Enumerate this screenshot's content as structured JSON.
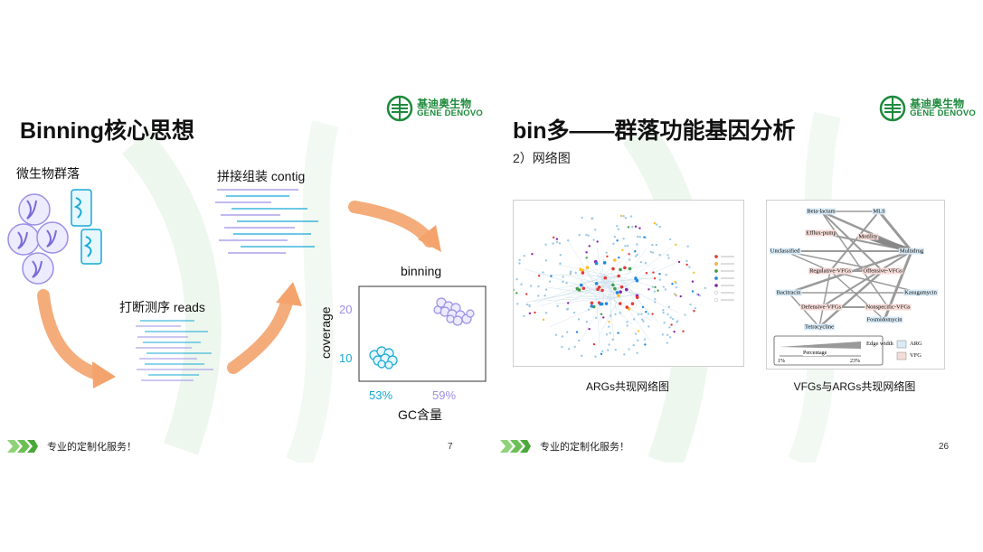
{
  "logo": {
    "cn": "基迪奥生物",
    "en": "GENE DENOVO"
  },
  "colors": {
    "brand_green": "#1e8a3c",
    "arrow_orange": "#f3a36b",
    "cyan": "#17a9d6",
    "lavender": "#9c8fe6"
  },
  "slide1": {
    "title": "Binning核心思想",
    "label_community": "微生物群落",
    "label_assembly": "拼接组装 contig",
    "label_reads": "打断测序 reads",
    "label_binning": "binning",
    "axis_ylabel": "coverage",
    "ytick_20": "20",
    "ytick_10": "10",
    "xtick_53": "53%",
    "xtick_59": "59%",
    "axis_xlabel": "GC含量",
    "footer": "专业的定制化服务！",
    "page": "7"
  },
  "slide2": {
    "title": "bin多——群落功能基因分析",
    "subtitle": "2）网络图",
    "caption_left": "ARGs共现网络图",
    "caption_right": "VFGs与ARGs共现网络图",
    "network_nodes": {
      "beta": "Beta-lactam",
      "mls": "MLS",
      "efflux": "Efflux-pump",
      "motility": "Motility",
      "unclassified": "Unclassified",
      "multidrug": "Multidrug",
      "regulative": "Regulative-VFGs",
      "offensive": "Offensive-VFGs",
      "bacitracin": "Bacitracin",
      "kasugamycin": "Kasugamycin",
      "defensive": "Defensive-VFGs",
      "nonspecific": "Nonspecific-VFGs",
      "tetracycline": "Tetracycline",
      "fosmidomycin": "Fosmidomycin"
    },
    "network_legend": {
      "edge_width": "Edge width",
      "percentage": "Percentage",
      "pmin": "1%",
      "pmax": "23%",
      "arg": "ARG",
      "vfg": "VFG"
    },
    "footer": "专业的定制化服务！",
    "page": "26"
  }
}
